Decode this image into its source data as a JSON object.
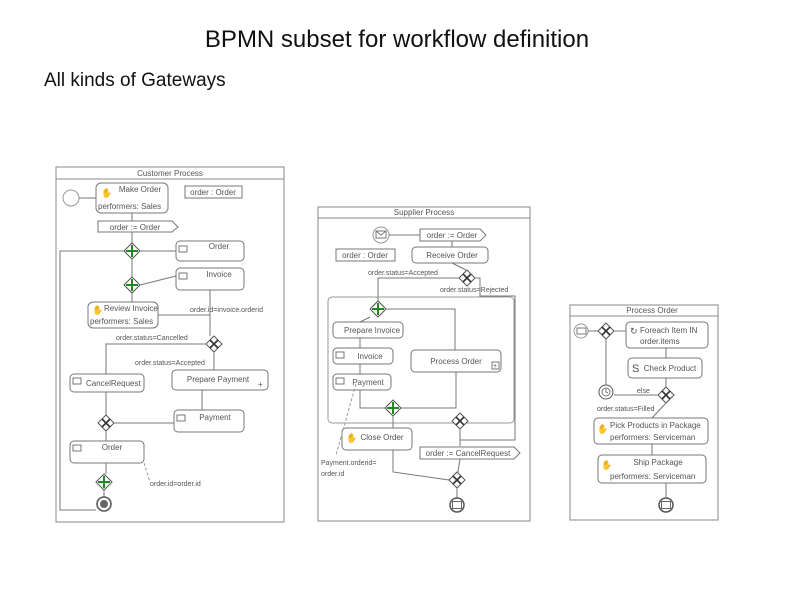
{
  "title": "BPMN subset for workflow definition",
  "subtitle": "All kinds of Gateways",
  "colors": {
    "gateway_mark": "#228822",
    "line": "#777777",
    "text": "#555555"
  },
  "pools": {
    "customer": {
      "title": "Customer Process",
      "make_order": "Make Order",
      "make_order_performers": "performers: Sales",
      "data_order": "order : Order",
      "assign_order": "order := Order",
      "order": "Order",
      "invoice": "Invoice",
      "review_invoice": "Review Invoice",
      "review_performers": "performers: Sales",
      "cond_invoice": "order.id=invoice.orderid",
      "cond_cancelled": "order.status=Cancelled",
      "cond_accepted": "order.status=Accepted",
      "cancel_request": "CancelRequest",
      "prepare_payment": "Prepare Payment",
      "payment": "Payment",
      "order_end": "Order",
      "cond_orderid": "order.id=order.id"
    },
    "supplier": {
      "title": "Supplier Process",
      "assign_order": "order := Order",
      "data_order": "order : Order",
      "receive_order": "Receive Order",
      "cond_accepted": "order.status=Accepted",
      "cond_rejected": "order.status=Rejected",
      "prepare_invoice": "Prepare Invoice",
      "invoice": "Invoice",
      "process_order": "Process Order",
      "payment": "Payment",
      "close_order": "Close Order",
      "payment_note_1": "Payment.orderid=",
      "payment_note_2": "order.id",
      "cancel_request": "order := CancelRequest"
    },
    "process_order": {
      "title": "Process Order",
      "foreach_1": "Foreach Item IN",
      "foreach_2": "order.items",
      "check_product": "Check Product",
      "else": "else",
      "cond_filled": "order.status=Filled",
      "pick_1": "Pick Products in Package",
      "pick_2": "performers: Serviceman",
      "ship": "Ship Package",
      "ship_performers": "performers: Serviceman"
    }
  }
}
